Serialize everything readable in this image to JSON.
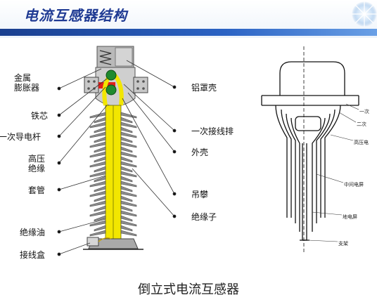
{
  "header": {
    "title": "电流互感器结构"
  },
  "left_labels": [
    {
      "id": "metal-expander",
      "line1": "金属",
      "line2": "膨胀器"
    },
    {
      "id": "iron-core",
      "line1": "铁芯"
    },
    {
      "id": "primary-conductor",
      "line1": "一次导电杆"
    },
    {
      "id": "hv-insulation",
      "line1": "高压",
      "line2": "绝缘"
    },
    {
      "id": "bushing",
      "line1": "套管"
    },
    {
      "id": "insulating-oil",
      "line1": "绝缘油"
    },
    {
      "id": "junction-box",
      "line1": "接线盒"
    }
  ],
  "right_labels": [
    {
      "id": "aluminum-housing",
      "line1": "铝罩壳"
    },
    {
      "id": "primary-terminal",
      "line1": "一次接线排"
    },
    {
      "id": "outer-shell",
      "line1": "外壳"
    },
    {
      "id": "lifting-ring",
      "line1": "吊攀"
    },
    {
      "id": "insulator",
      "line1": "绝缘子"
    }
  ],
  "sketch_labels": [
    {
      "id": "primary",
      "text": "一次"
    },
    {
      "id": "secondary",
      "text": "二次"
    },
    {
      "id": "hv-screen",
      "text": "高压电"
    },
    {
      "id": "mid-screen",
      "text": "中间电屏"
    },
    {
      "id": "ground-screen",
      "text": "地电屏"
    },
    {
      "id": "support",
      "text": "支架"
    }
  ],
  "caption": "倒立式电流互感器",
  "colors": {
    "title": "#1f3a93",
    "rule": "#2b63c4",
    "conductor": "#f2e600",
    "red": "#e0201b",
    "green": "#1e8a2e",
    "porcelain": "#8c8c8c"
  }
}
